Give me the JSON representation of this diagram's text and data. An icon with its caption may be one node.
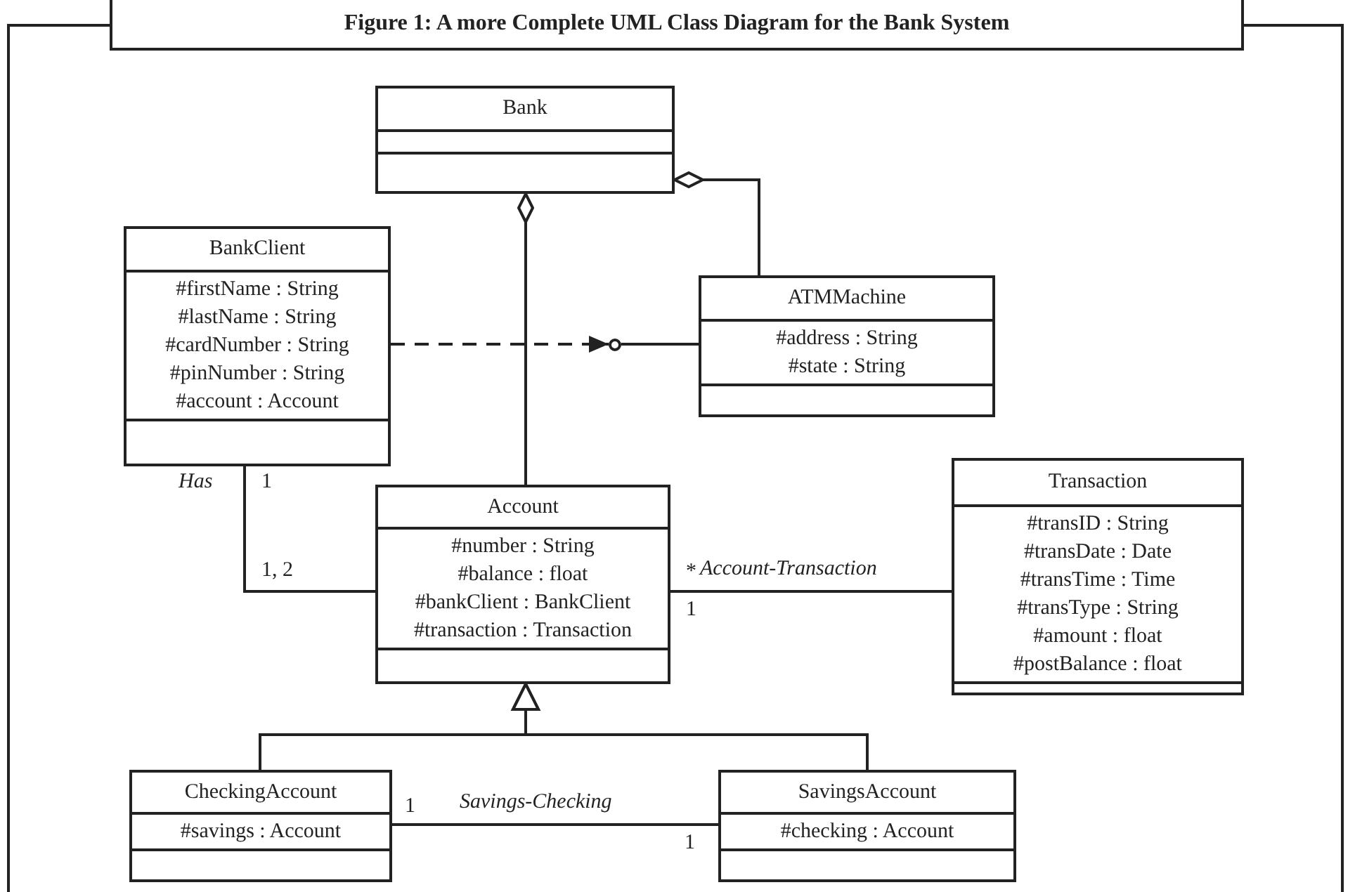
{
  "diagram": {
    "title": "Figure 1: A more Complete UML Class Diagram for the Bank System",
    "nodes": [
      {
        "text": [
          "Bank"
        ]
      },
      {
        "text": [
          "BankClient",
          "#firstName : String",
          "#lastName : String",
          "#cardNumber : String",
          "#pinNumber : String",
          "#account : Account"
        ]
      },
      {
        "text": [
          "ATMMachine",
          "#address : String",
          "#state : String"
        ]
      },
      {
        "text": [],
        "shape": "circle"
      },
      {
        "text": [
          "Account",
          "#number : String",
          "#balance : float",
          "#bankClient : BankClient",
          "#transaction : Transaction"
        ]
      },
      {
        "text": [
          "Transaction",
          "#transID : String",
          "#transDate : Date",
          "#transTime : Time",
          "#transType : String",
          "#amount : float",
          "#postBalance : float"
        ]
      },
      {
        "text": [
          "CheckingAccount",
          "#savings : Account"
        ]
      },
      {
        "text": [
          "SavingsAccount",
          "#checking : Account"
        ]
      }
    ],
    "edges": [
      {
        "from": 2,
        "to": 0,
        "arrow": "other"
      },
      {
        "from": 4,
        "to": 0,
        "arrow": "other"
      },
      {
        "from": 1,
        "to": 3,
        "arrow": "to",
        "style": "dashed"
      },
      {
        "from": 3,
        "to": 2,
        "arrow": "none"
      },
      {
        "from": 1,
        "to": 4,
        "arrow": "none",
        "label": "Has"
      },
      {
        "from": 4,
        "to": 5,
        "arrow": "none",
        "label": "Account-Transaction"
      },
      {
        "from": 6,
        "to": 4,
        "arrow": "to"
      },
      {
        "from": 7,
        "to": 4,
        "arrow": "to"
      },
      {
        "from": 6,
        "to": 7,
        "arrow": "none",
        "label": "Savings-Checking"
      }
    ],
    "labels": [
      "1",
      "1, 2",
      "*",
      "1",
      "1",
      "1"
    ]
  }
}
